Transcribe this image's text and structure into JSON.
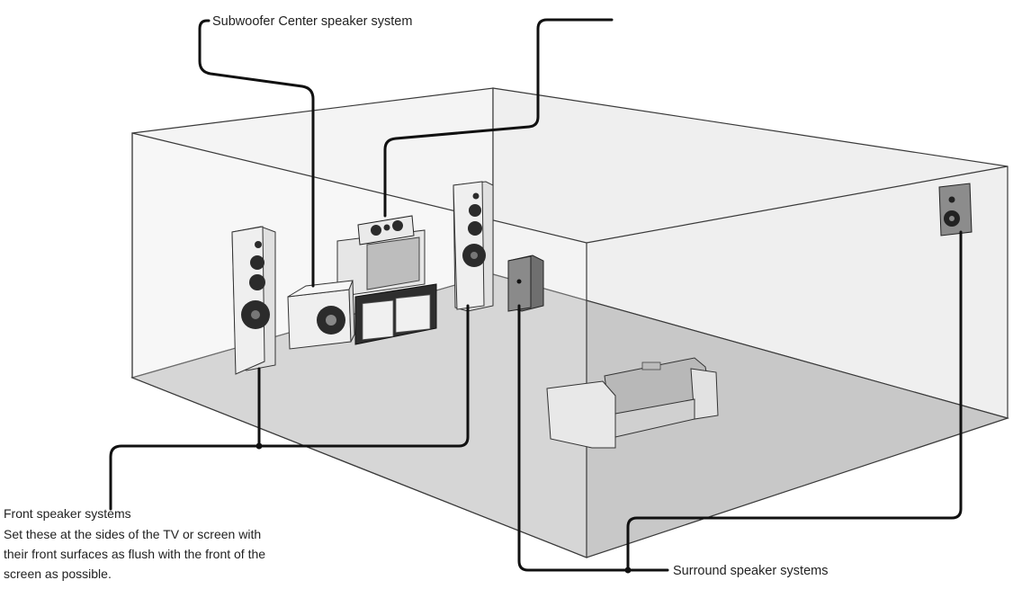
{
  "labels": {
    "subwoofer_center": "Subwoofer Center speaker system",
    "front_title": "Front speaker systems",
    "front_desc_1": "Set these at the sides of the TV or screen with",
    "front_desc_2": "their front surfaces as flush with the front of the",
    "front_desc_3": "screen as possible.",
    "surround": "Surround speaker systems"
  },
  "colors": {
    "floor": "#c9c9c9",
    "back_wall": "#f2f2f2",
    "line": "#111111",
    "speaker_face": "#ececec",
    "speaker_dark": "#2b2b2b",
    "sofa": "#d4d4d4"
  }
}
